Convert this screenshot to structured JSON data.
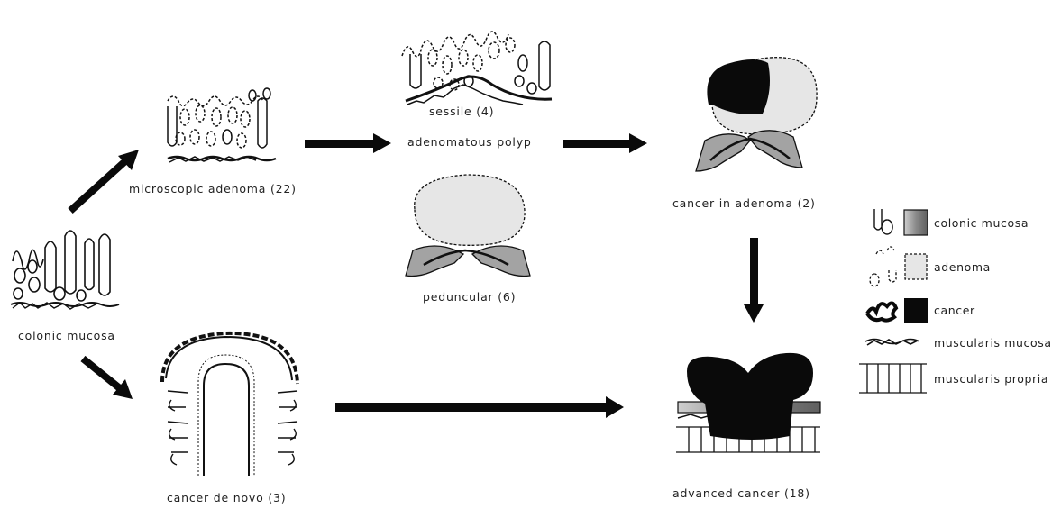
{
  "labels": {
    "colonic_mucosa": "colonic mucosa",
    "microscopic_adenoma": "microscopic adenoma (22)",
    "sessile": "sessile (4)",
    "adenomatous_polyp": "adenomatous polyp",
    "peduncular": "peduncular (6)",
    "cancer_in_adenoma": "cancer in adenoma (2)",
    "cancer_de_novo": "cancer de novo (3)",
    "advanced_cancer": "advanced cancer (18)"
  },
  "legend": [
    {
      "key": "colonic_mucosa",
      "label": "colonic mucosa"
    },
    {
      "key": "adenoma",
      "label": "adenoma"
    },
    {
      "key": "cancer",
      "label": "cancer"
    },
    {
      "key": "muscularis_mucosa",
      "label": "muscularis mucosa"
    },
    {
      "key": "muscularis_propria",
      "label": "muscularis propria"
    }
  ],
  "colors": {
    "mucosa_fill": "#9a9a9a",
    "adenoma_fill": "#e6e6e6",
    "cancer_fill": "#0a0a0a",
    "arrow": "#0a0a0a",
    "line": "#111111"
  }
}
